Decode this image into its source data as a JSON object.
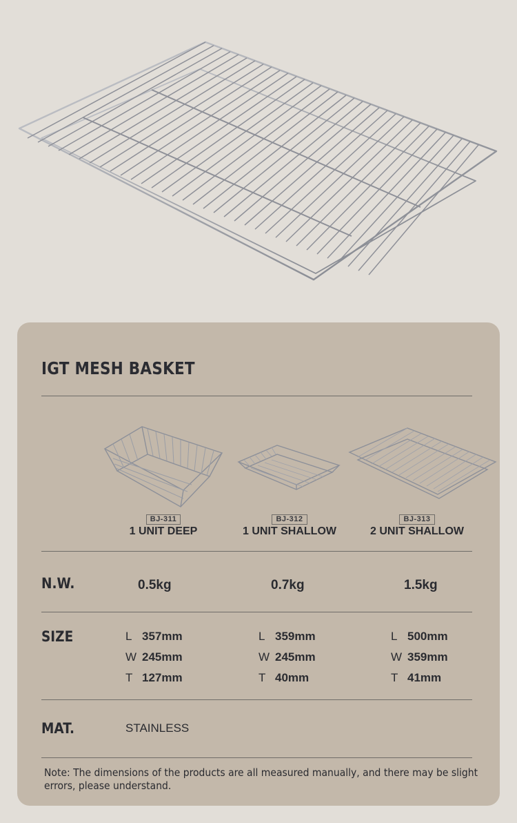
{
  "hero": {
    "image_icon": "wire-mesh-basket-2-unit-shallow"
  },
  "spec_card": {
    "title": "IGT MESH BASKET",
    "products": [
      {
        "code": "BJ-311",
        "name": "1 UNIT DEEP",
        "image_icon": "deep-wire-basket"
      },
      {
        "code": "BJ-312",
        "name": "1 UNIT SHALLOW",
        "image_icon": "shallow-wire-basket"
      },
      {
        "code": "BJ-313",
        "name": "2 UNIT SHALLOW",
        "image_icon": "wide-shallow-wire-basket"
      }
    ],
    "rows": {
      "nw": {
        "label": "N.W.",
        "values": [
          "0.5kg",
          "0.7kg",
          "1.5kg"
        ]
      },
      "size": {
        "label": "SIZE",
        "values": [
          {
            "L": "357mm",
            "W": "245mm",
            "T": "127mm"
          },
          {
            "L": "359mm",
            "W": "245mm",
            "T": "40mm"
          },
          {
            "L": "500mm",
            "W": "359mm",
            "T": "41mm"
          }
        ],
        "keys": {
          "L": "L",
          "W": "W",
          "T": "T"
        }
      },
      "mat": {
        "label": "MAT.",
        "value": "STAINLESS"
      }
    },
    "note": "Note: The dimensions of the products are all measured manually, and there may be slight errors, please understand."
  },
  "colors": {
    "page_bg": "#e2ded8",
    "card_bg": "#c3b8aa",
    "text": "#2a2b30",
    "rule": "#6f6c68",
    "wire": "#9a9ca3"
  }
}
